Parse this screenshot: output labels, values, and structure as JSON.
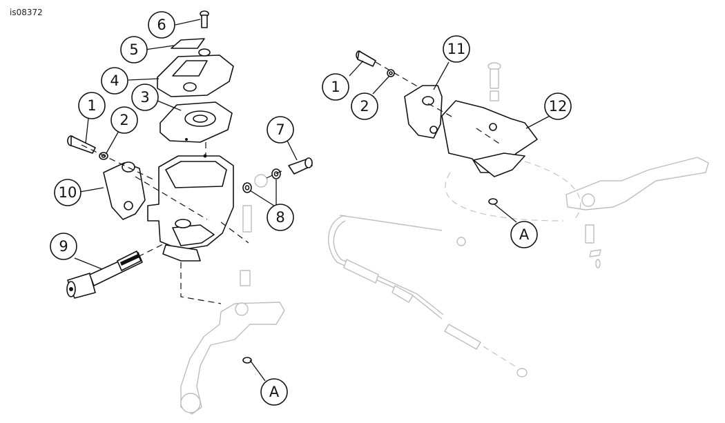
{
  "figure_code": "is08372",
  "callouts": {
    "c1a": "1",
    "c2a": "2",
    "c3": "3",
    "c4": "4",
    "c5": "5",
    "c6": "6",
    "c7": "7",
    "c8": "8",
    "c9": "9",
    "c10": "10",
    "cAa": "A",
    "c1b": "1",
    "c2b": "2",
    "c11": "11",
    "c12": "12",
    "cAb": "A"
  },
  "colors": {
    "line": "#111111",
    "ghost": "#bdbdbd",
    "background": "#ffffff"
  }
}
